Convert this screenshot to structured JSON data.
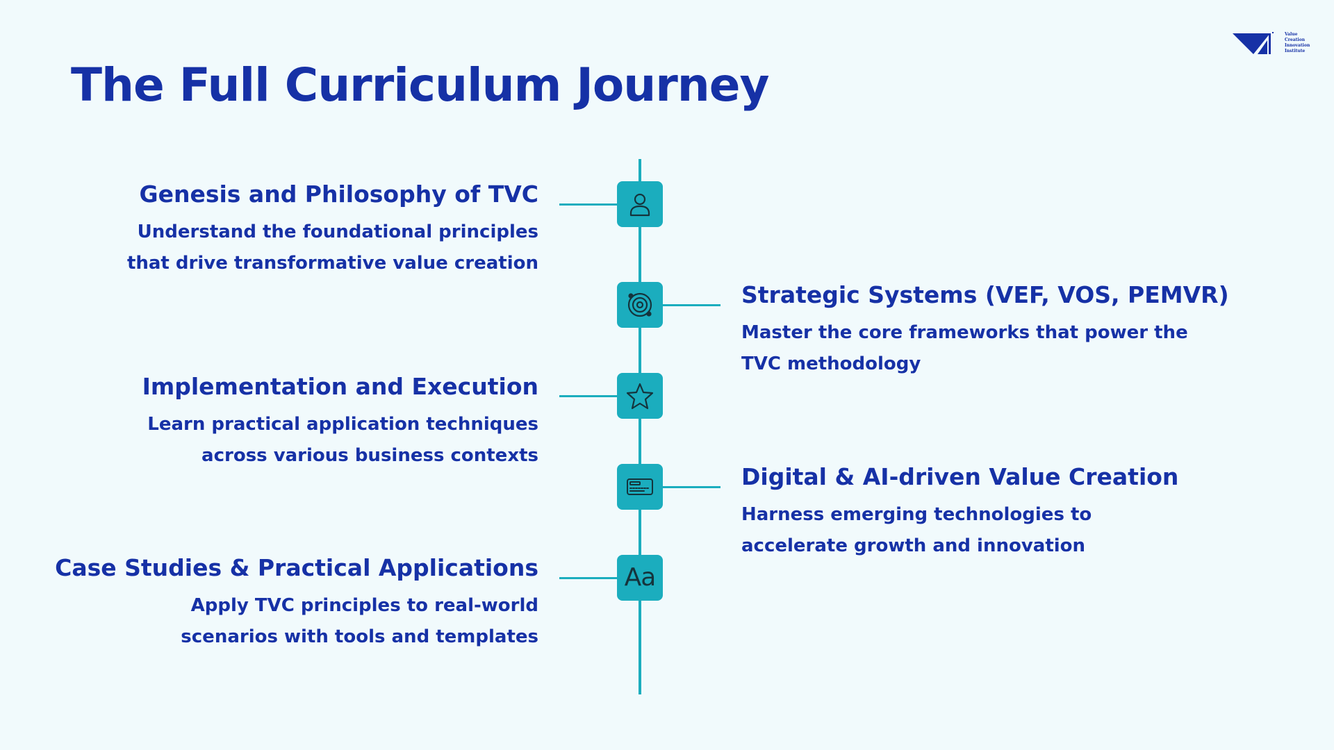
{
  "title": "The Full Curriculum Journey",
  "logo": {
    "lines": [
      "Value",
      "Creation",
      "Innovation",
      "Institute"
    ]
  },
  "colors": {
    "background": "#f1fafc",
    "primary_text": "#1631a6",
    "accent": "#1badbe",
    "icon_stroke": "#15343c"
  },
  "steps": [
    {
      "title": "Genesis and Philosophy of TVC",
      "description": "Understand the foundational principles that drive transformative value creation",
      "icon": "user-icon",
      "side": "left"
    },
    {
      "title": "Strategic Systems (VEF, VOS, PEMVR)",
      "description": "Master the core frameworks that power the TVC methodology",
      "icon": "target-icon",
      "side": "right"
    },
    {
      "title": "Implementation and Execution",
      "description": "Learn practical application techniques across various business contexts",
      "icon": "star-icon",
      "side": "left"
    },
    {
      "title": "Digital & AI-driven Value Creation",
      "description": "Harness emerging technologies to accelerate growth and innovation",
      "icon": "keyboard-icon",
      "side": "right"
    },
    {
      "title": "Case Studies & Practical Applications",
      "description": "Apply TVC principles to real-world scenarios with tools and templates",
      "icon": "font-icon",
      "icon_text": "Aa",
      "side": "left"
    }
  ]
}
